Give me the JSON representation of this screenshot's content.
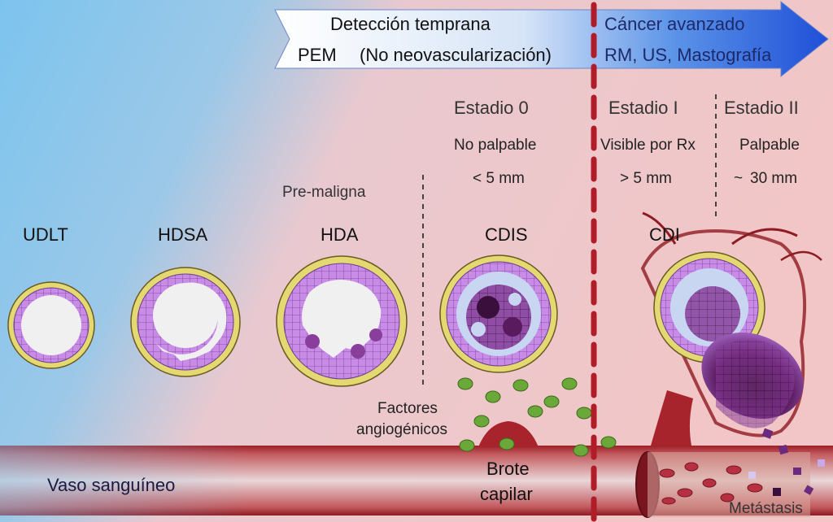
{
  "arrow": {
    "title_left": "Detección temprana",
    "pem": "PEM",
    "subtitle_left": "(No neovascularización)",
    "title_right": "Cáncer avanzado",
    "subtitle_right": "RM, US, Mastografía"
  },
  "stages": [
    {
      "name": "Estadio 0",
      "desc": "No palpable",
      "size": "< 5 mm"
    },
    {
      "name": "Estadio I",
      "desc": "Visible por Rx",
      "size": "> 5 mm"
    },
    {
      "name": "Estadio II",
      "desc": "Palpable",
      "size_symbol": "~",
      "size": "30 mm"
    }
  ],
  "premaligna": "Pre-maligna",
  "lesions": [
    "UDLT",
    "HDSA",
    "HDA",
    "CDIS",
    "CDI"
  ],
  "labels": {
    "factores": "Factores",
    "angiogenicos": "angiogénicos",
    "brote": "Brote",
    "capilar": "capilar",
    "vaso": "Vaso sanguíneo",
    "metastasis": "Metástasis"
  },
  "colors": {
    "bg_left": "#7cc4ee",
    "bg_right": "#f2c6c6",
    "vessel": "#a8242c",
    "duct_outer": "#efe07a",
    "duct_cells": "#c58ae8",
    "tumor_dark": "#5a1a5e",
    "arrow_blue": "#2a6fe0",
    "divider": "#b01c28",
    "vegf_green": "#6aa83a"
  }
}
